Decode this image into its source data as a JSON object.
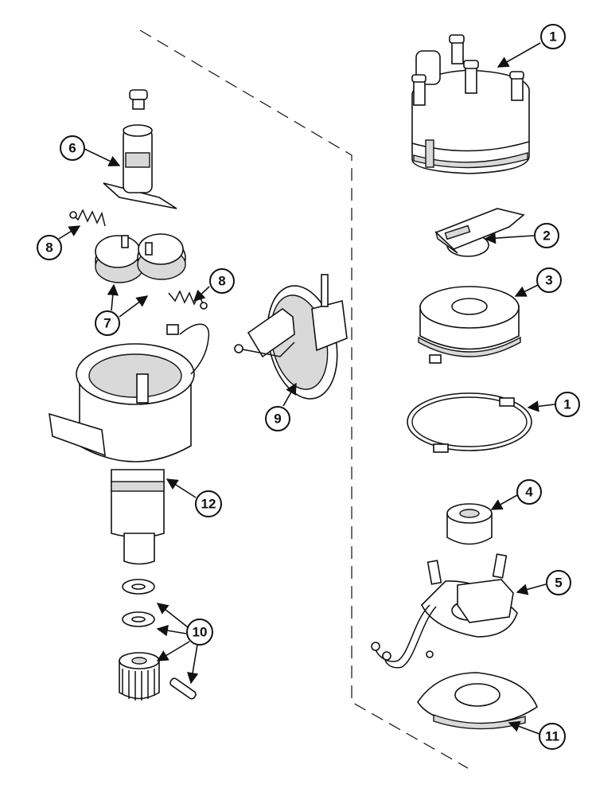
{
  "callouts": [
    {
      "id": "cap",
      "label": "1"
    },
    {
      "id": "rotor",
      "label": "2"
    },
    {
      "id": "shield",
      "label": "3"
    },
    {
      "id": "ring",
      "label": "1"
    },
    {
      "id": "reluctor",
      "label": "4"
    },
    {
      "id": "pickup",
      "label": "5"
    },
    {
      "id": "shaft-top",
      "label": "6"
    },
    {
      "id": "weights",
      "label": "7"
    },
    {
      "id": "spring-left",
      "label": "8"
    },
    {
      "id": "spring-right",
      "label": "8"
    },
    {
      "id": "vacuum",
      "label": "9"
    },
    {
      "id": "gear-washers",
      "label": "10"
    },
    {
      "id": "base-plate",
      "label": "11"
    },
    {
      "id": "housing",
      "label": "12"
    }
  ]
}
